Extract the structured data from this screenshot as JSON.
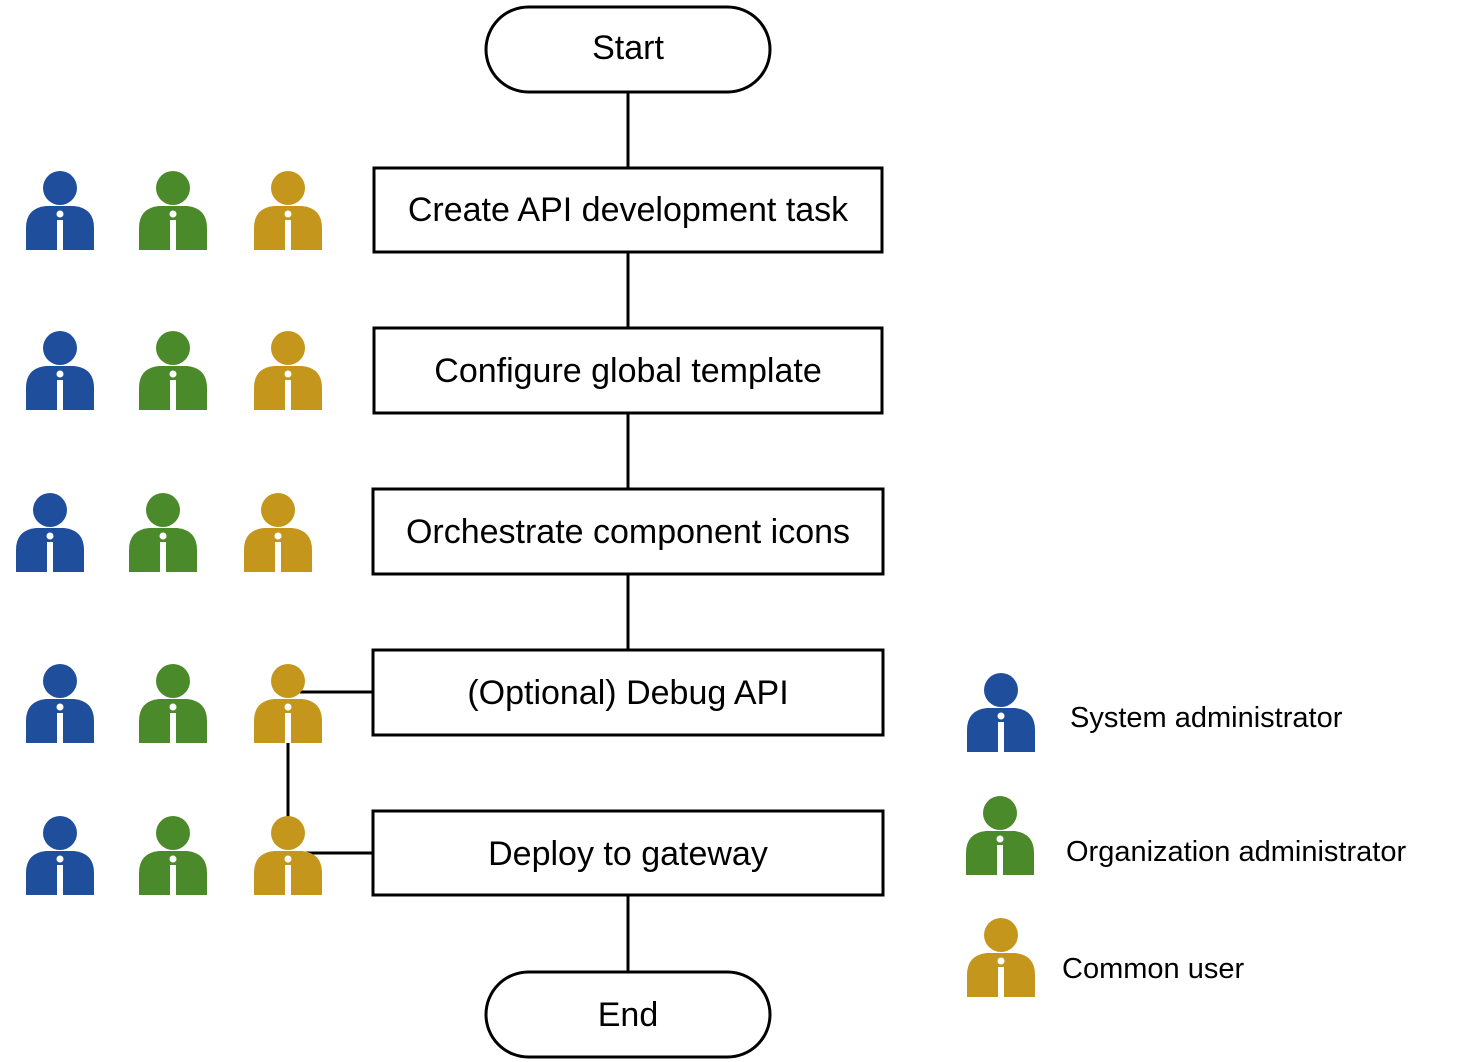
{
  "flow": {
    "start": "Start",
    "end": "End",
    "steps": [
      {
        "label": "Create API development task",
        "roles": [
          "system_admin",
          "org_admin",
          "common_user"
        ]
      },
      {
        "label": "Configure global template",
        "roles": [
          "system_admin",
          "org_admin",
          "common_user"
        ]
      },
      {
        "label": "Orchestrate component icons",
        "roles": [
          "system_admin",
          "org_admin",
          "common_user"
        ]
      },
      {
        "label": "(Optional) Debug API",
        "roles": [
          "system_admin",
          "org_admin",
          "common_user"
        ]
      },
      {
        "label": "Deploy to gateway",
        "roles": [
          "system_admin",
          "org_admin",
          "common_user"
        ]
      }
    ]
  },
  "legend": {
    "items": [
      {
        "role": "system_admin",
        "label": "System administrator",
        "color": "#1f4e9c",
        "icon": "person-icon"
      },
      {
        "role": "org_admin",
        "label": "Organization administrator",
        "color": "#4a8a2a",
        "icon": "person-icon"
      },
      {
        "role": "common_user",
        "label": "Common user",
        "color": "#c4961c",
        "icon": "person-icon"
      }
    ]
  }
}
